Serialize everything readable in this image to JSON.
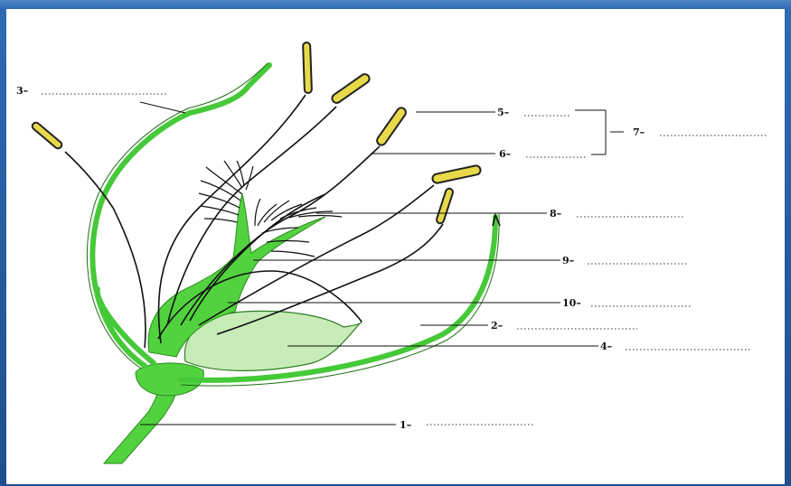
{
  "labels": [
    {
      "id": "1",
      "text": "1–"
    },
    {
      "id": "2",
      "text": "2–"
    },
    {
      "id": "3",
      "text": "3–"
    },
    {
      "id": "4",
      "text": "4–"
    },
    {
      "id": "5",
      "text": "5–"
    },
    {
      "id": "6",
      "text": "6–"
    },
    {
      "id": "7",
      "text": "7–"
    },
    {
      "id": "8",
      "text": "8–"
    },
    {
      "id": "9",
      "text": "9–"
    },
    {
      "id": "10",
      "text": "10–"
    }
  ],
  "colors": {
    "frame": "#2d6bb3",
    "background": "#ffffff",
    "plant_green": "#46c938",
    "ovary_pale_green": "#c8ecb8",
    "anther_yellow": "#e8d94a"
  }
}
